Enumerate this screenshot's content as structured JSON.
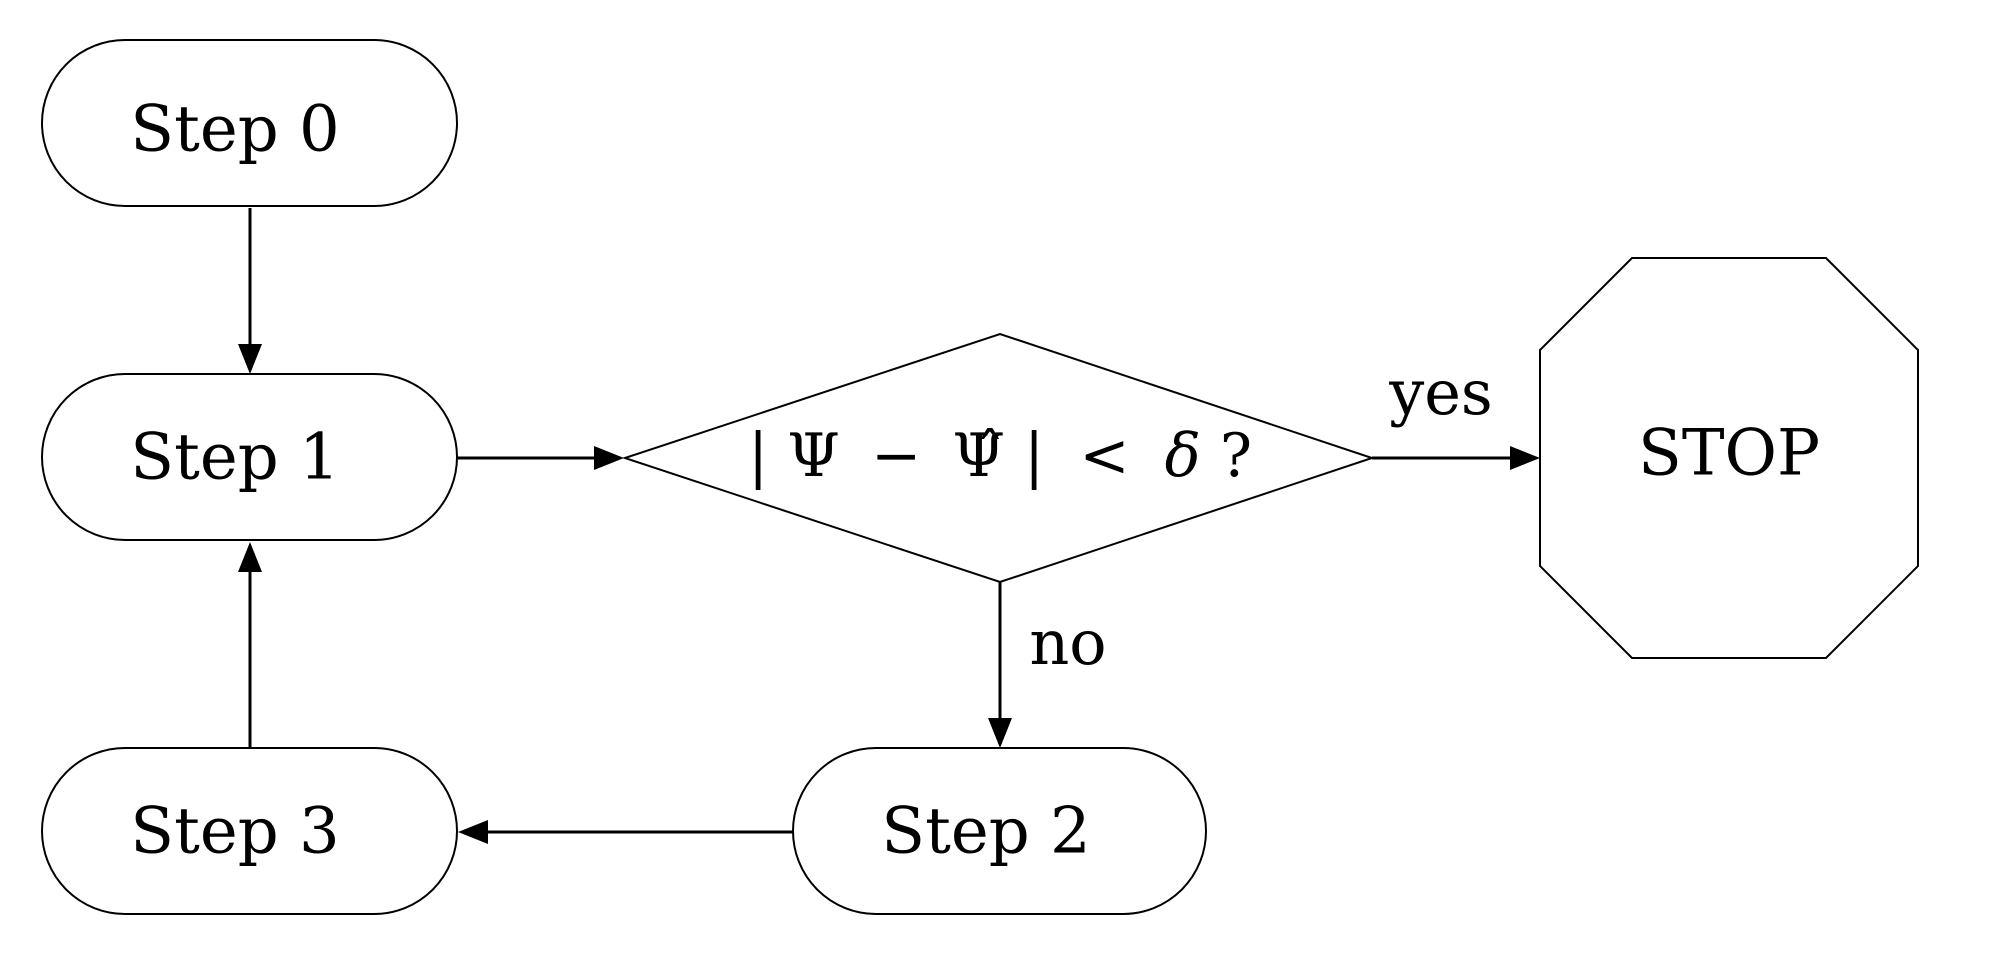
{
  "diagram": {
    "nodes": {
      "step0": {
        "label": "Step 0"
      },
      "step1": {
        "label": "Step 1"
      },
      "step2": {
        "label": "Step 2"
      },
      "step3": {
        "label": "Step 3"
      },
      "stop": {
        "label": "STOP"
      },
      "decision": {
        "bar_left": "|",
        "psi": "Ψ",
        "minus": "−",
        "psi_hat": "Ψ̂",
        "bar_right": "|",
        "less_than": "<",
        "delta": "δ",
        "question": "?"
      }
    },
    "edge_labels": {
      "yes": "yes",
      "no": "no"
    }
  }
}
